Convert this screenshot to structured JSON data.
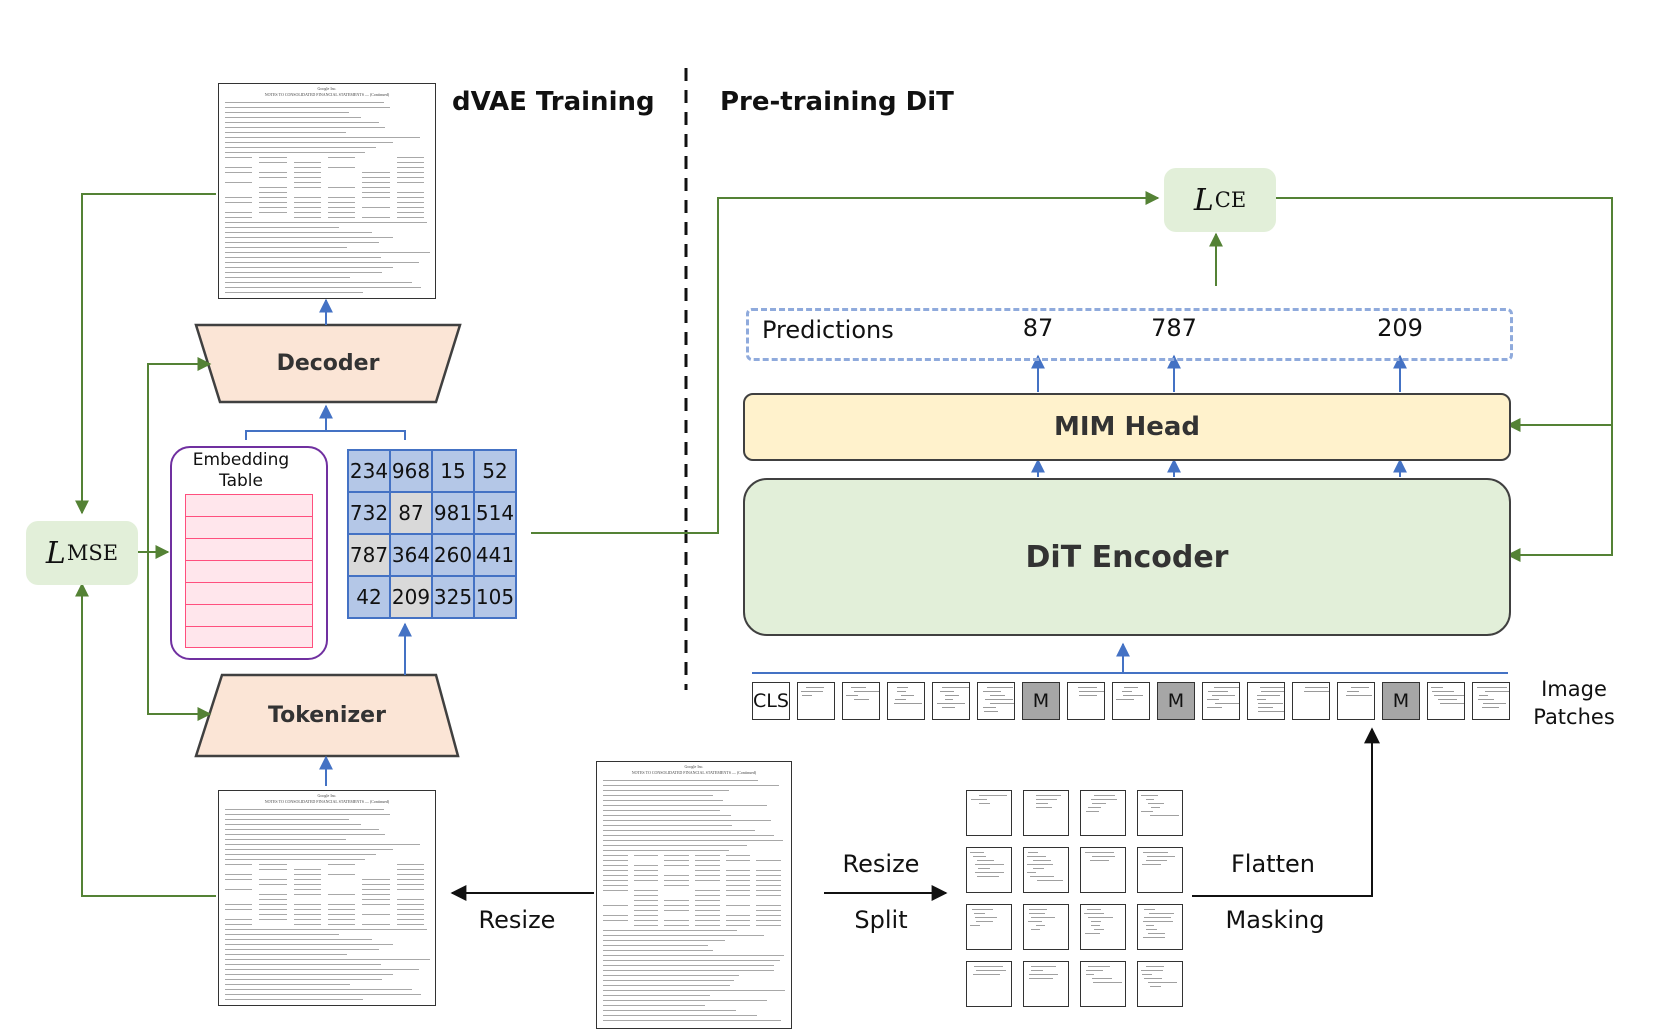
{
  "sections": {
    "left_title": "dVAE Training",
    "right_title": "Pre-training DiT"
  },
  "losses": {
    "mse": {
      "symbol": "L",
      "subscript": "MSE"
    },
    "ce": {
      "symbol": "L",
      "subscript": "CE"
    }
  },
  "dvae": {
    "decoder_label": "Decoder",
    "tokenizer_label": "Tokenizer",
    "embedding_table_label": "Embedding Table",
    "embedding_table_lines": [
      "Embedding",
      "Table"
    ],
    "embedding_rows": 7,
    "token_grid": [
      [
        "234",
        "968",
        "15",
        "52"
      ],
      [
        "732",
        "87",
        "981",
        "514"
      ],
      [
        "787",
        "364",
        "260",
        "441"
      ],
      [
        "42",
        "209",
        "325",
        "105"
      ]
    ],
    "masked_tokens": [
      "87",
      "787",
      "209"
    ]
  },
  "dit": {
    "predictions_label": "Predictions",
    "predictions": [
      "87",
      "787",
      "209"
    ],
    "mim_head_label": "MIM Head",
    "encoder_label": "DiT Encoder",
    "patches_label": "Image Patches",
    "patches_label_lines": [
      "Image",
      "Patches"
    ],
    "patch_sequence": [
      "CLS",
      "",
      "",
      "",
      "",
      "",
      "M",
      "",
      "",
      "M",
      "",
      "",
      "",
      "",
      "M",
      "",
      ""
    ]
  },
  "steps": {
    "resize_left": "Resize",
    "resize_right": "Resize",
    "split": "Split",
    "flatten": "Flatten",
    "masking": "Masking"
  },
  "document": {
    "company": "Google Inc.",
    "heading": "NOTES TO CONSOLIDATED FINANCIAL STATEMENTS — (Continued)"
  },
  "colors": {
    "green_arrow": "#548235",
    "blue_arrow": "#4472c4",
    "loss_fill": "#e2efd9",
    "trapezoid_fill": "#fbe5d6",
    "embedding_border": "#7030a0",
    "embedding_rows": "#ff4f7e",
    "token_fill": "#b4c7e7",
    "masked_fill": "#d9d9d9",
    "mim_fill": "#fff2cc",
    "encoder_fill": "#e2efd9",
    "predictions_border": "#8faadc",
    "masked_patch_fill": "#a6a6a6"
  },
  "icons": {
    "document_page": "document-page-icon",
    "patch_thumbnail": "patch-thumbnail-icon"
  }
}
